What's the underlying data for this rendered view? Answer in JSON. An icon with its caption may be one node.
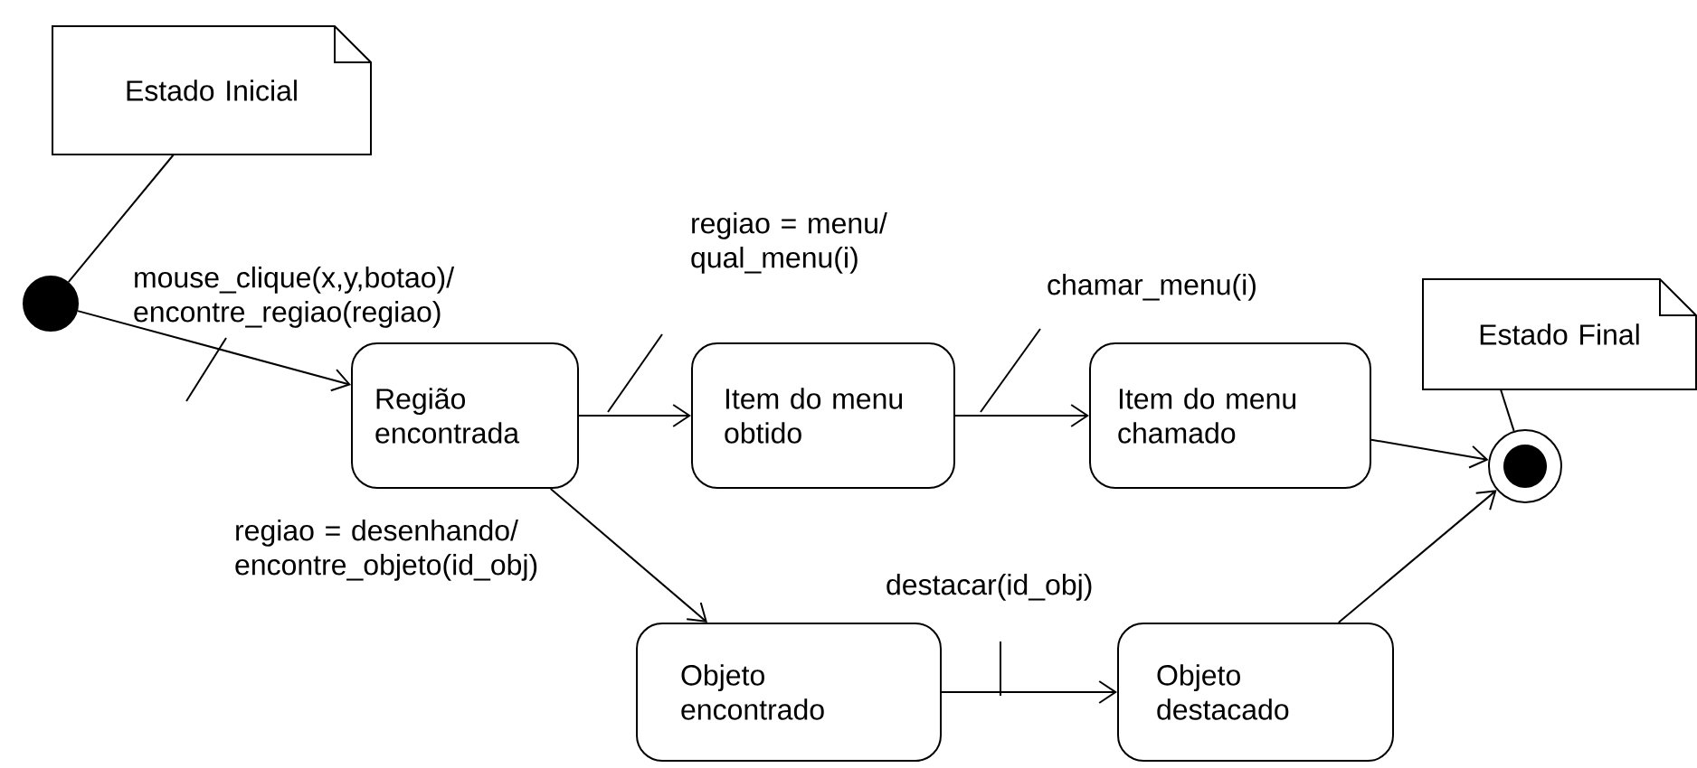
{
  "diagram": {
    "nodes": [
      {
        "text": [
          "Estado Inicial"
        ]
      },
      {
        "text": [],
        "shape": "circle"
      },
      {
        "text": [
          "Região encontrada"
        ]
      },
      {
        "text": [
          "Item do menu obtido"
        ]
      },
      {
        "text": [
          "Item do menu chamado"
        ]
      },
      {
        "text": [
          "Estado Final"
        ]
      },
      {
        "text": [],
        "shape": "circle"
      },
      {
        "text": [
          "Objeto encontrado"
        ]
      },
      {
        "text": [
          "Objeto destacado"
        ]
      }
    ],
    "edges": [
      {
        "from": 0,
        "to": 1,
        "arrow": "none"
      },
      {
        "from": 1,
        "to": 2,
        "arrow": "to",
        "label": "mouse_clique(x,y,botao)/ encontre_regiao(regiao)"
      },
      {
        "from": 2,
        "to": 3,
        "arrow": "to",
        "label": "regiao = menu/ qual_menu(i)"
      },
      {
        "from": 3,
        "to": 4,
        "arrow": "to",
        "label": "chamar_menu(i)"
      },
      {
        "from": 4,
        "to": 6,
        "arrow": "to"
      },
      {
        "from": 5,
        "to": 6,
        "arrow": "none"
      },
      {
        "from": 2,
        "to": 7,
        "arrow": "to",
        "label": "regiao = desenhando/ encontre_objeto(id_obj)"
      },
      {
        "from": 7,
        "to": 8,
        "arrow": "to",
        "label": "destacar(id_obj)"
      },
      {
        "from": 8,
        "to": 6,
        "arrow": "to"
      }
    ]
  }
}
